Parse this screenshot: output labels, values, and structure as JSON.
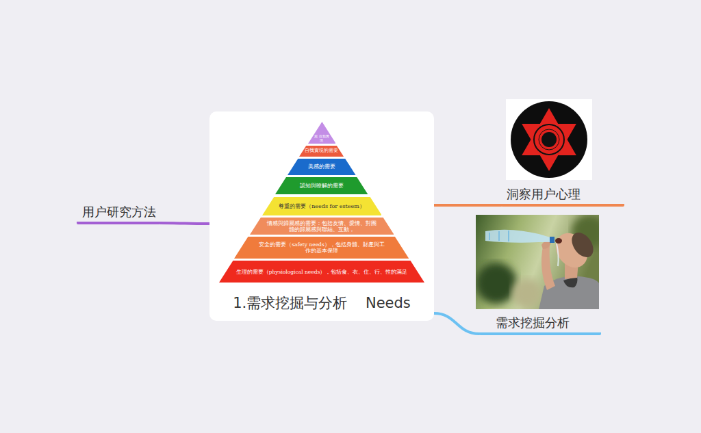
{
  "diagram": {
    "nodes": [
      {
        "text": [
          "1.需求挖掘与分析    Needs"
        ]
      },
      {
        "text": [
          "超 自我實現"
        ],
        "in": 0
      },
      {
        "text": [
          "自我實現的需要"
        ],
        "in": 0
      },
      {
        "text": [
          "美感的需要"
        ],
        "in": 0
      },
      {
        "text": [
          "認知與瞭解的需要"
        ],
        "in": 0
      },
      {
        "text": [
          "尊重的需要（needs for esteem）"
        ],
        "in": 0
      },
      {
        "text": [
          "情感與歸屬感的需要：包括友情、愛情、對團體的歸屬感與聯結、互動，"
        ],
        "in": 0
      },
      {
        "text": [
          "安全的需要（safety needs），包括身體、財產與工作的基本保障"
        ],
        "in": 0
      },
      {
        "text": [
          "生理的需要（physiological needs），包括食、衣、住、行、性的滿足"
        ],
        "in": 0
      },
      {
        "text": [
          "用户研究方法"
        ]
      },
      {
        "text": [
          "洞察用户心理"
        ]
      },
      {
        "text": [
          "需求挖掘分析"
        ]
      }
    ],
    "edges": [
      {
        "from": 0,
        "to": 9,
        "arrow": "none"
      },
      {
        "from": 0,
        "to": 10,
        "arrow": "none"
      },
      {
        "from": 0,
        "to": 11,
        "arrow": "none"
      }
    ]
  }
}
